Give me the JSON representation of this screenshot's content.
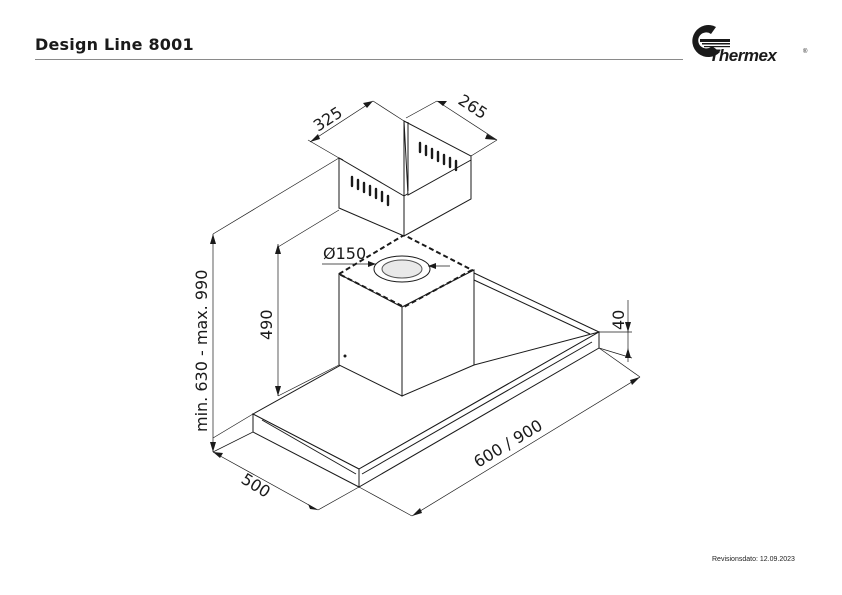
{
  "header": {
    "title": "Design Line 8001",
    "logo_text": "Thermex",
    "logo_mark": "®"
  },
  "dimensions": {
    "chimney_width": "325",
    "chimney_depth": "265",
    "duct_diameter": "Ø150",
    "chimney_height": "490",
    "total_height": "min. 630 - max. 990",
    "hood_thickness": "40",
    "hood_depth": "500",
    "hood_width": "600 / 900"
  },
  "footer": {
    "revision": "Revisionsdato: 12.09.2023"
  },
  "colors": {
    "line": "#1a1a1a",
    "rule": "#8a8a8a"
  }
}
